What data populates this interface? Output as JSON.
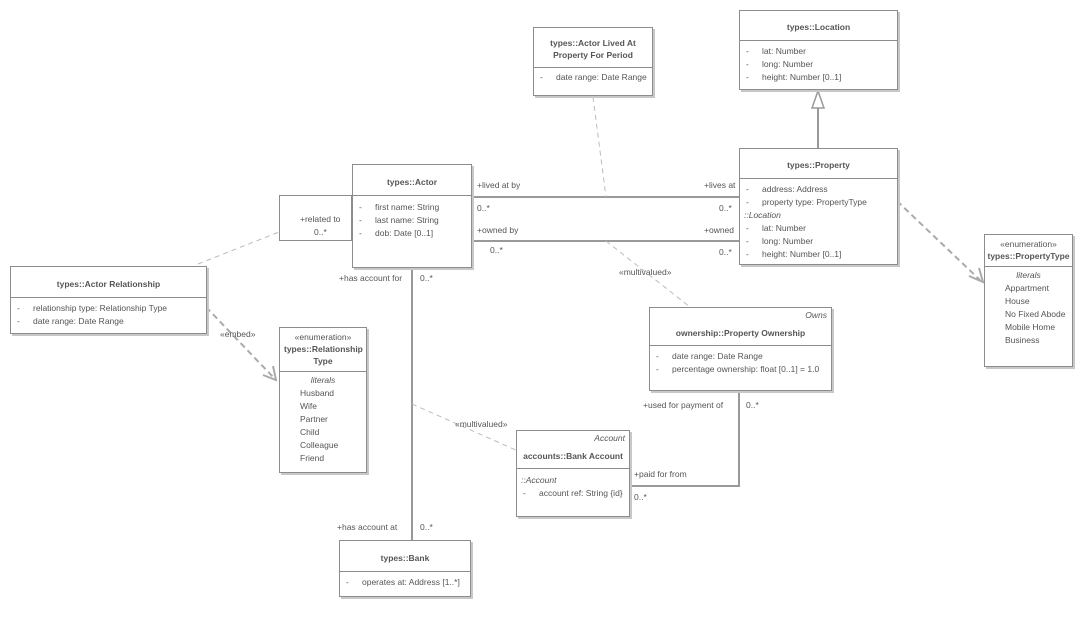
{
  "classes": {
    "location": {
      "title": "types::Location",
      "attrs": [
        "lat: Number",
        "long: Number",
        "height: Number [0..1]"
      ]
    },
    "lived": {
      "title_line1": "types::Actor Lived At",
      "title_line2": "Property For Period",
      "attrs": [
        "date range: Date Range"
      ]
    },
    "actor": {
      "title": "types::Actor",
      "attrs": [
        "first name: String",
        "last name: String",
        "dob: Date [0..1]"
      ]
    },
    "property": {
      "title": "types::Property",
      "attrs": [
        "address: Address",
        "property type: PropertyType"
      ],
      "inherited_header": "::Location",
      "inherited_attrs": [
        "lat: Number",
        "long: Number",
        "height: Number [0..1]"
      ]
    },
    "relationship": {
      "title": "types::Actor Relationship",
      "attrs": [
        "relationship type: Relationship Type",
        "date range: Date Range"
      ]
    },
    "rel_type": {
      "stereotype": "«enumeration»",
      "title_line1": "types::Relationship",
      "title_line2": "Type",
      "literals_header": "literals",
      "literals": [
        "Husband",
        "Wife",
        "Partner",
        "Child",
        "Colleague",
        "Friend"
      ]
    },
    "prop_type": {
      "stereotype": "«enumeration»",
      "title": "types::PropertyType",
      "literals_header": "literals",
      "literals": [
        "Appartment",
        "House",
        "No Fixed Abode",
        "Mobile Home",
        "Business"
      ]
    },
    "ownership": {
      "tag": "Owns",
      "title": "ownership::Property Ownership",
      "attrs": [
        "date range: Date Range",
        "percentage ownership: float [0..1] = 1.0"
      ]
    },
    "bank_account": {
      "tag": "Account",
      "title": "accounts::Bank Account",
      "inherited_header": "::Account",
      "attrs": [
        "account ref: String {id}"
      ]
    },
    "bank": {
      "title": "types::Bank",
      "attrs": [
        "operates at: Address [1..*]"
      ]
    }
  },
  "dash": "-",
  "labels": {
    "related_to": "+related to",
    "related_mult": "0..*",
    "lived_at_by": "+lived at by",
    "lived_mult_left": "0..*",
    "lives_at": "+lives at",
    "lives_mult": "0..*",
    "owned_by": "+owned by",
    "owned_by_mult": "0..*",
    "owned": "+owned",
    "owned_mult": "0..*",
    "multivalued_1": "«multivalued»",
    "multivalued_2": "«multivalued»",
    "has_account_for": "+has account for",
    "has_account_for_mult": "0..*",
    "embed": "«embed»",
    "used_for_payment": "+used for payment of",
    "used_mult": "0..*",
    "paid_for_from": "+paid for from",
    "paid_mult": "0..*",
    "has_account_at": "+has account at",
    "has_account_at_mult": "0..*"
  }
}
